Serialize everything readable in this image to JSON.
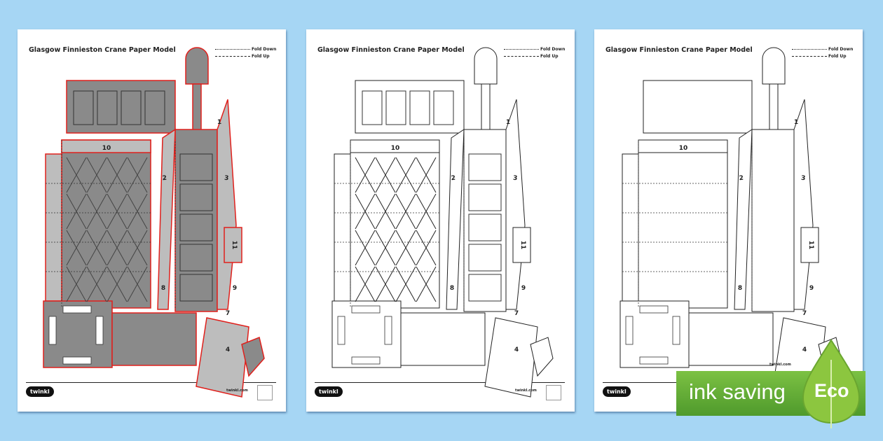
{
  "pages": [
    {
      "variant": "colour-grey"
    },
    {
      "variant": "black-and-white"
    },
    {
      "variant": "outline"
    }
  ],
  "sheet": {
    "title": "Glasgow Finnieston Crane Paper Model",
    "legend_fold_down": "Fold Down",
    "legend_fold_up": "Fold Up",
    "logo": "twinkl",
    "site": "twinkl.com",
    "piece_labels": {
      "p1": "1",
      "p2": "2",
      "p3": "3",
      "p4": "4",
      "p7": "7",
      "p8": "8",
      "p9": "9",
      "p10": "10",
      "p11": "11"
    }
  },
  "badge": {
    "text": "ink saving",
    "eco": "Eco"
  },
  "colors": {
    "background": "#a6d6f4",
    "outline_red": "#e0201c",
    "grey": "#8a8a8a",
    "eco_green": "#5aa332"
  }
}
